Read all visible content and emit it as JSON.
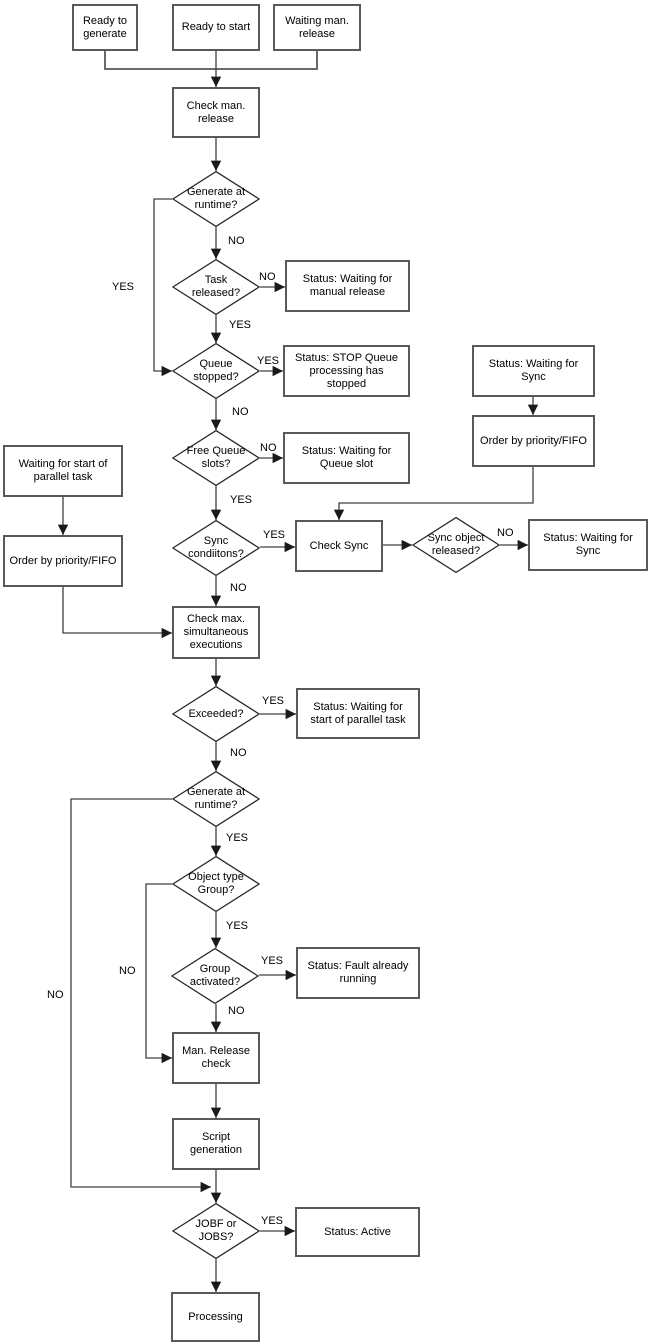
{
  "diagram": {
    "type": "flowchart",
    "colors": {
      "background": "#ffffff",
      "box_border": "#595959",
      "diamond_border": "#222222",
      "connector": "#404040",
      "arrowhead": "#1a1a1a",
      "text": "#000000"
    }
  },
  "nodes": {
    "ready_to_generate": "Ready to generate",
    "ready_to_start": "Ready to start",
    "waiting_man_release": "Waiting man. release",
    "check_man_release": "Check man. release",
    "generate_at_runtime_1": "Generate at runtime?",
    "task_released": "Task released?",
    "status_waiting_manual_release": "Status: Waiting for manual release",
    "queue_stopped": "Queue stopped?",
    "status_stop_queue": "Status: STOP Queue processing has stopped",
    "free_queue_slots": "Free Queue slots?",
    "status_waiting_queue_slot": "Status: Waiting for Queue slot",
    "status_waiting_sync_top": "Status: Waiting for Sync",
    "order_by_priority_right": "Order by priority/FIFO",
    "waiting_start_parallel_task": "Waiting for start of parallel task",
    "order_by_priority_left": "Order by priority/FIFO",
    "sync_conditions": "Sync condiitons?",
    "check_sync": "Check Sync",
    "sync_object_released": "Sync object released?",
    "status_waiting_sync_right": "Status: Waiting for Sync",
    "check_max_simultaneous": "Check max. simultaneous executions",
    "exceeded": "Exceeded?",
    "status_waiting_start_parallel": "Status: Waiting for start of parallel task",
    "generate_at_runtime_2": "Generate at runtime?",
    "object_type_group": "Object type Group?",
    "group_activated": "Group activated?",
    "status_fault_already_running": "Status: Fault already running",
    "man_release_check": "Man. Release check",
    "script_generation": "Script generation",
    "jobf_or_jobs": "JOBF or JOBS?",
    "status_active": "Status: Active",
    "processing": "Processing"
  },
  "edges": {
    "d1_no": "NO",
    "d1_yes": "YES",
    "d2_no": "NO",
    "d2_yes": "YES",
    "d3_yes": "YES",
    "d3_no": "NO",
    "d4_no": "NO",
    "d4_yes": "YES",
    "d5_yes": "YES",
    "d5_no": "NO",
    "d6_no": "NO",
    "d7_yes": "YES",
    "d7_no": "NO",
    "d8_yes": "YES",
    "d8_no": "NO",
    "d9_yes": "YES",
    "d9_no": "NO",
    "d10_yes": "YES",
    "d10_no": "NO",
    "d11_yes": "YES"
  },
  "connections": [
    "Ready to generate / Ready to start / Waiting man. release -> Check man. release",
    "Check man. release -> Generate at runtime?",
    "Generate at runtime? -NO-> Task released?",
    "Generate at runtime? -YES-> Queue stopped?",
    "Task released? -NO-> Status: Waiting for manual release",
    "Task released? -YES-> Queue stopped?",
    "Queue stopped? -YES-> Status: STOP Queue processing has stopped",
    "Queue stopped? -NO-> Free Queue slots?",
    "Free Queue slots? -NO-> Status: Waiting for Queue slot",
    "Free Queue slots? -YES-> Sync condiitons?",
    "Status: Waiting for Sync -> Order by priority/FIFO -> Check Sync",
    "Sync condiitons? -YES-> Check Sync",
    "Sync condiitons? -NO-> Check max. simultaneous executions",
    "Check Sync -> Sync object released?",
    "Sync object released? -NO-> Status: Waiting for Sync",
    "Waiting for start of parallel task -> Order by priority/FIFO -> Check max. simultaneous executions",
    "Check max. simultaneous executions -> Exceeded?",
    "Exceeded? -YES-> Status: Waiting for start of parallel task",
    "Exceeded? -NO-> Generate at runtime?",
    "Generate at runtime? -YES-> Object type Group?",
    "Generate at runtime? -NO-> JOBF or JOBS?",
    "Object type Group? -YES-> Group activated?",
    "Object type Group? -NO-> Man. Release check",
    "Group activated? -YES-> Status: Fault already running",
    "Group activated? -NO-> Man. Release check",
    "Man. Release check -> Script generation",
    "Script generation -> JOBF or JOBS?",
    "JOBF or JOBS? -YES-> Status: Active",
    "JOBF or JOBS? -> Processing"
  ]
}
